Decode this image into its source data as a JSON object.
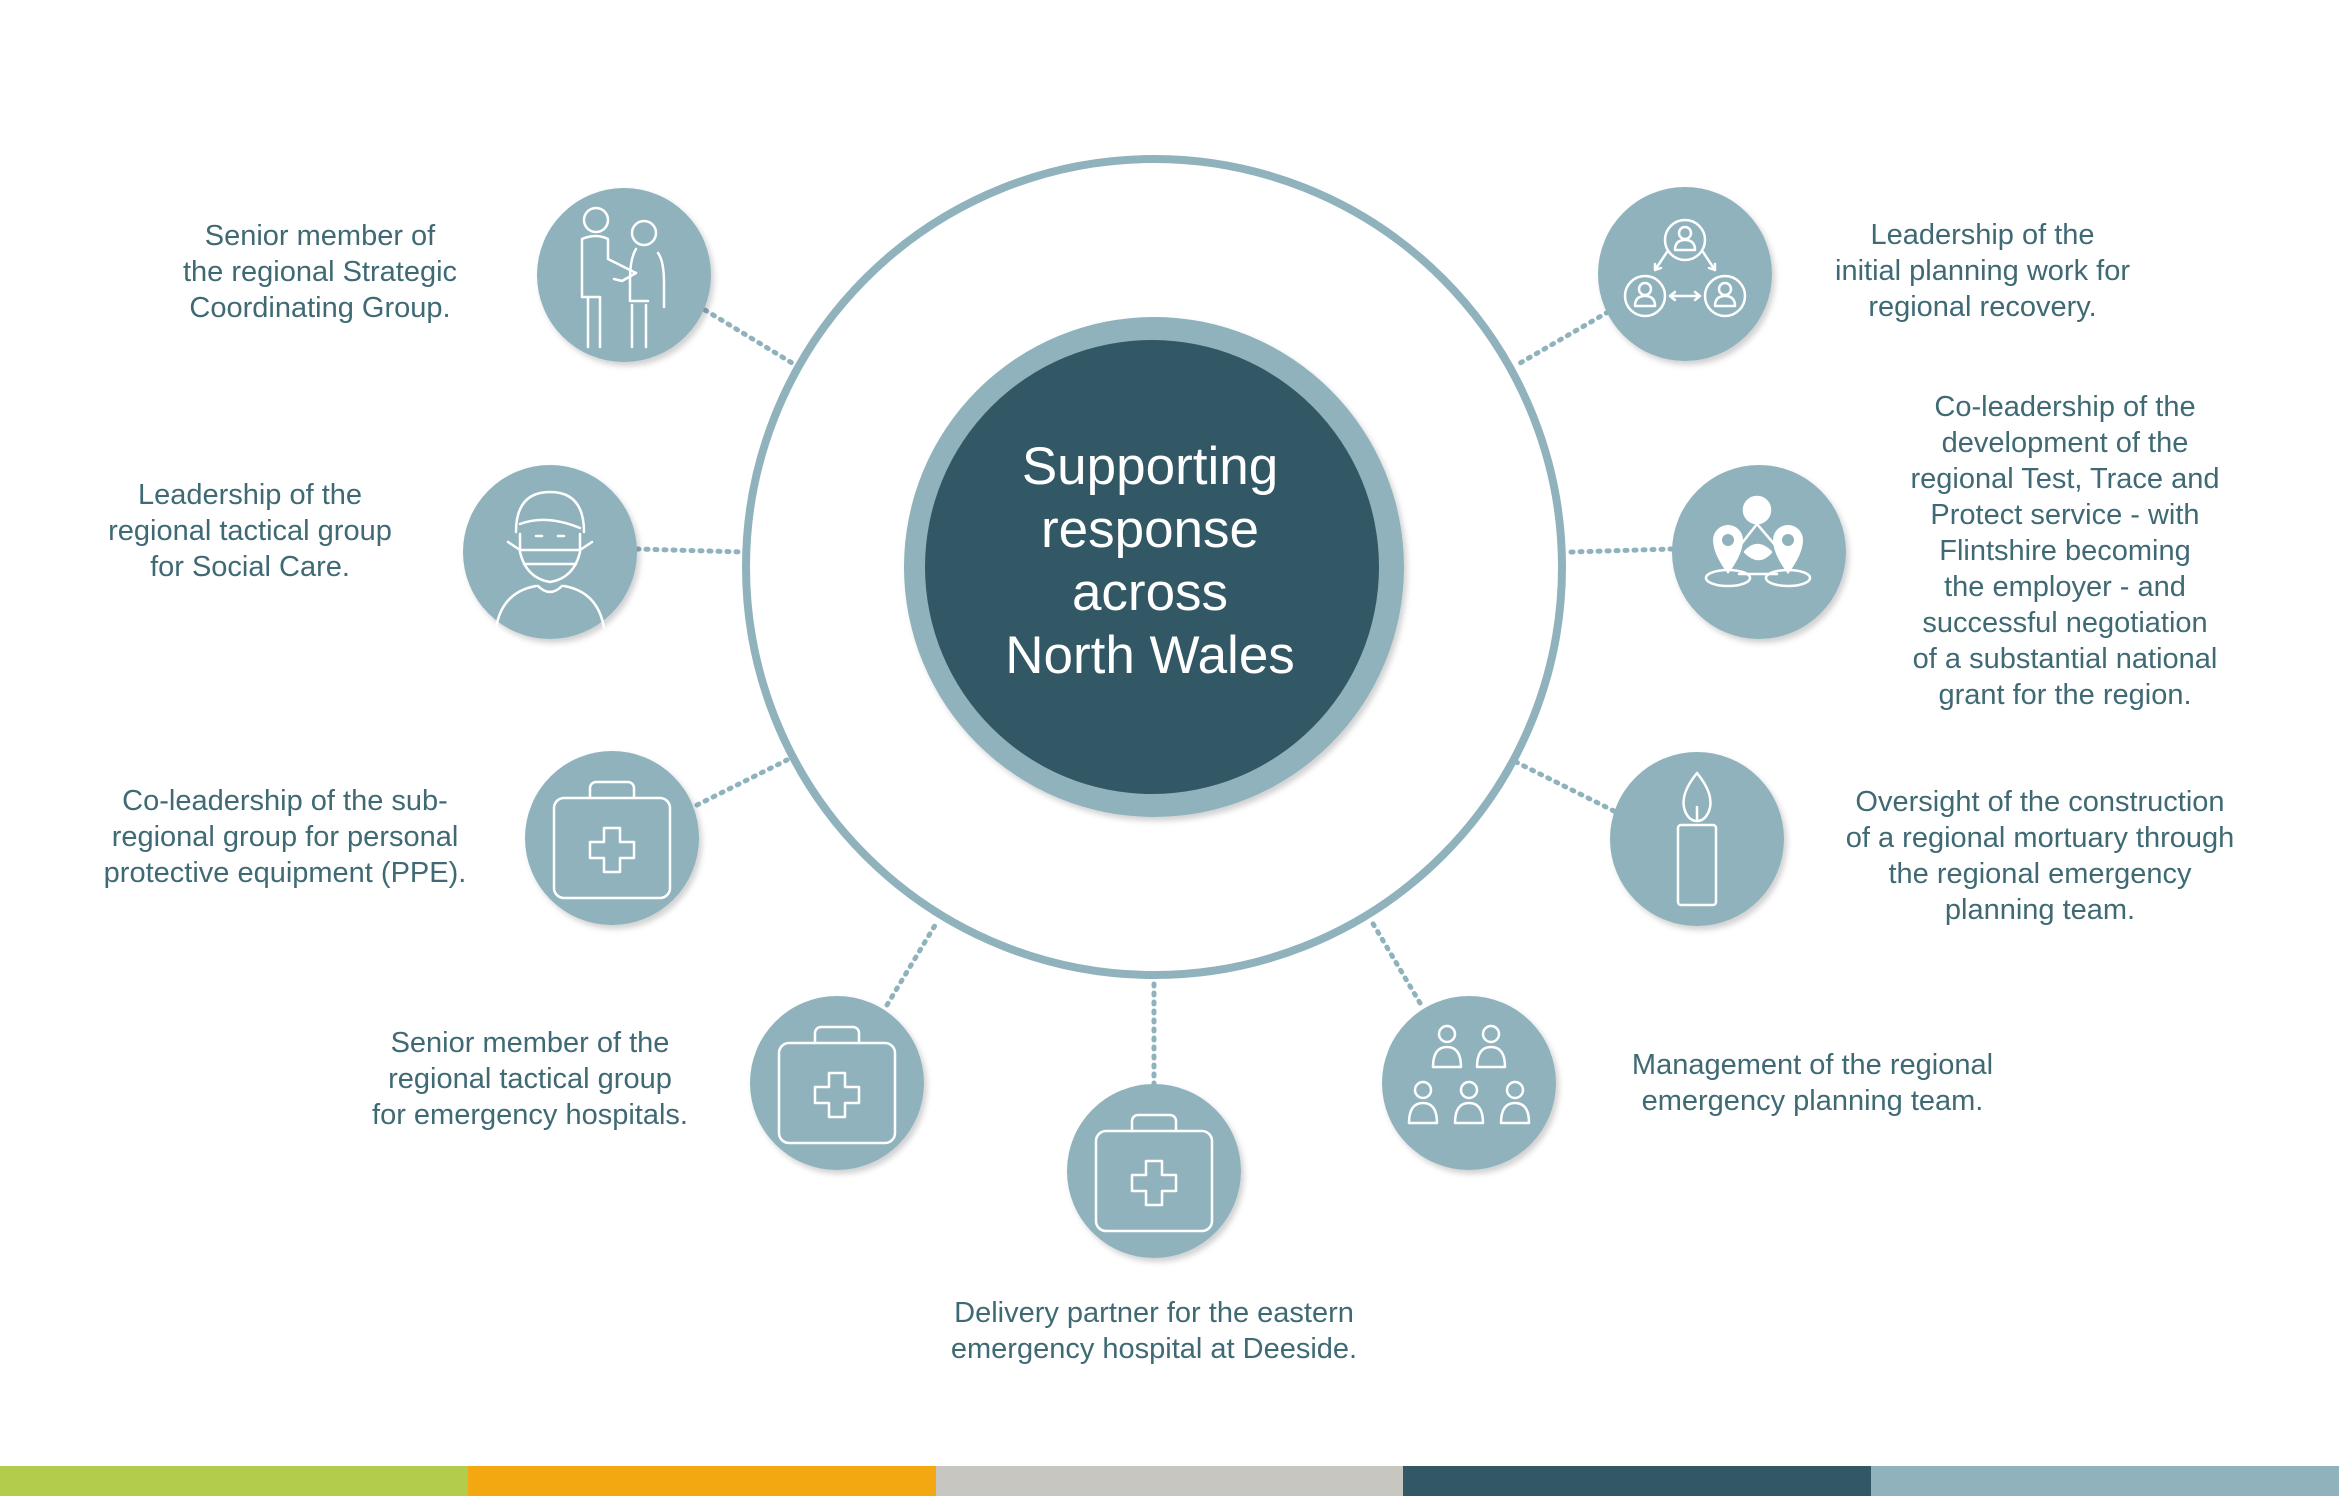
{
  "center_title": "Supporting\nresponse\nacross\nNorth Wales",
  "roles": {
    "strategic_group": "Senior member of\nthe regional Strategic\nCoordinating Group.",
    "social_care": "Leadership of the\nregional tactical group\nfor Social Care.",
    "ppe": "Co-leadership of the sub-\nregional group for personal\nprotective equipment (PPE).",
    "emergency_hospitals": "Senior member of the\nregional tactical group\nfor emergency hospitals.",
    "deeside_hospital": "Delivery partner for the eastern\nemergency hospital at Deeside.",
    "emergency_planning": "Management of the regional\nemergency planning team.",
    "mortuary": "Oversight of the construction\nof a regional mortuary through\nthe regional emergency\nplanning team.",
    "test_trace": "Co-leadership of the\ndevelopment of the\nregional Test, Trace and\nProtect service - with\nFlintshire becoming\nthe employer - and\nsuccessful negotiation\nof a substantial national\ngrant for the region.",
    "recovery": "Leadership of the\ninitial planning work for\nregional recovery."
  },
  "icons": {
    "strategic_group": "handshake-icon",
    "social_care": "masked-person-icon",
    "ppe": "medical-kit-icon",
    "emergency_hospitals": "medical-kit-icon",
    "deeside_hospital": "medical-kit-icon",
    "emergency_planning": "team-icon",
    "mortuary": "candle-icon",
    "test_trace": "location-network-icon",
    "recovery": "people-cycle-icon"
  },
  "colors": {
    "dark_teal": "#335865",
    "light_teal": "#8fb2bd",
    "ring": "#8fb2bd",
    "text": "#3f6a74",
    "bar": [
      "#b4cc4c",
      "#f3a711",
      "#c7c6c1",
      "#335865",
      "#8fb2bd"
    ]
  }
}
